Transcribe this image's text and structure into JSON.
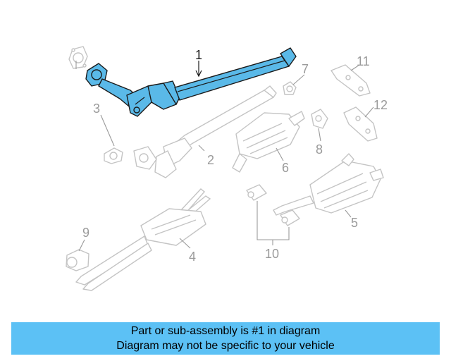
{
  "diagram": {
    "callouts": [
      "1",
      "2",
      "3",
      "4",
      "5",
      "6",
      "7",
      "8",
      "9",
      "10",
      "11",
      "12"
    ],
    "highlight_color": "#5ab9e8"
  },
  "banner": {
    "line1": "Part or sub-assembly is #1 in diagram",
    "line2": "Diagram may not be specific to your vehicle",
    "color": "#5cc1f5"
  }
}
